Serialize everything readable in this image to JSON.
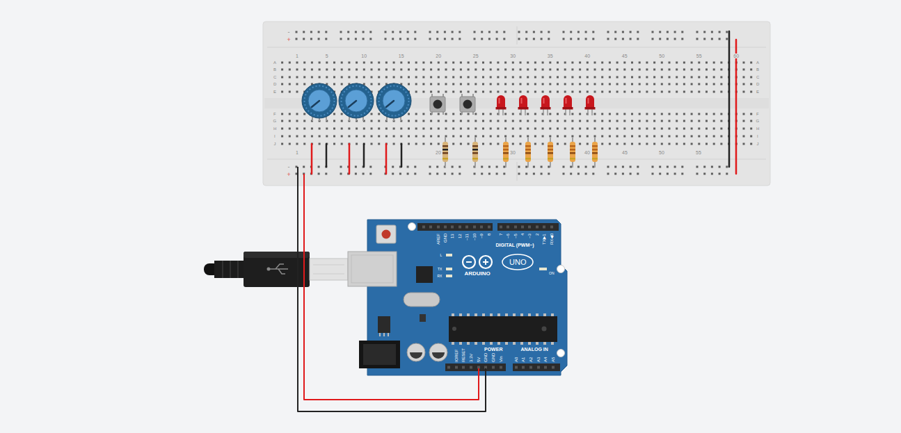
{
  "diagram": {
    "labels": [
      "-",
      "+",
      "1",
      "5",
      "10",
      "15",
      "20",
      "25",
      "30",
      "35",
      "40",
      "45",
      "50",
      "55",
      "60",
      "A",
      "B",
      "C",
      "D",
      "E",
      "F",
      "G",
      "H",
      "I",
      "J",
      "A",
      "B",
      "C",
      "D",
      "E",
      "F",
      "G",
      "H",
      "I",
      "J",
      "1",
      "20",
      "30",
      "40",
      "45",
      "50",
      "55",
      "-",
      "+",
      "AREF",
      "GND",
      "13",
      "12",
      "~11",
      "~10",
      "~9",
      "8",
      "7",
      "~6",
      "~5",
      "4",
      "~3",
      "2",
      "TX▶1",
      "RX◀0",
      "DIGITAL (PWM~)",
      "L",
      "TX",
      "RX",
      "ARDUINO",
      "UNO",
      "ON",
      "POWER",
      "ANALOG IN",
      "IOREF",
      "RESET",
      "3.3V",
      "5V",
      "GND",
      "GND",
      "Vin",
      "A0",
      "A1",
      "A2",
      "A3",
      "A4",
      "A5"
    ]
  }
}
